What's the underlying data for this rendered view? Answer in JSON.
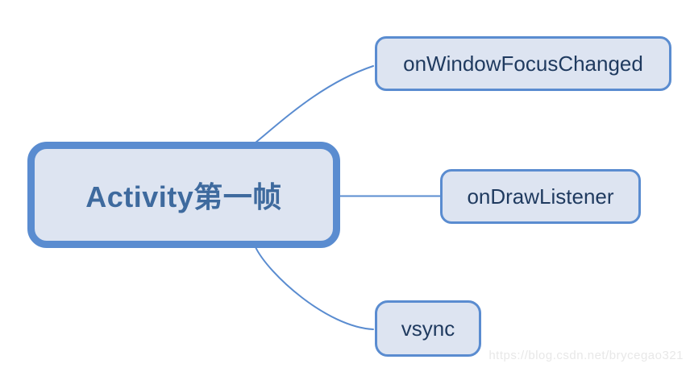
{
  "mindmap": {
    "root": {
      "label": "Activity第一帧"
    },
    "children": [
      {
        "label": "onWindowFocusChanged"
      },
      {
        "label": "onDrawListener"
      },
      {
        "label": "vsync"
      }
    ]
  },
  "watermark": {
    "text": "https://blog.csdn.net/brycegao321"
  },
  "colors": {
    "background": "#FFFFFF",
    "node_border": "#5A8CD0",
    "node_fill": "#DDE4F1",
    "root_text": "#3E6A9E",
    "child_text": "#1F3A5F",
    "connector": "#5A8CD0",
    "watermark_text": "#E8E8E8"
  }
}
